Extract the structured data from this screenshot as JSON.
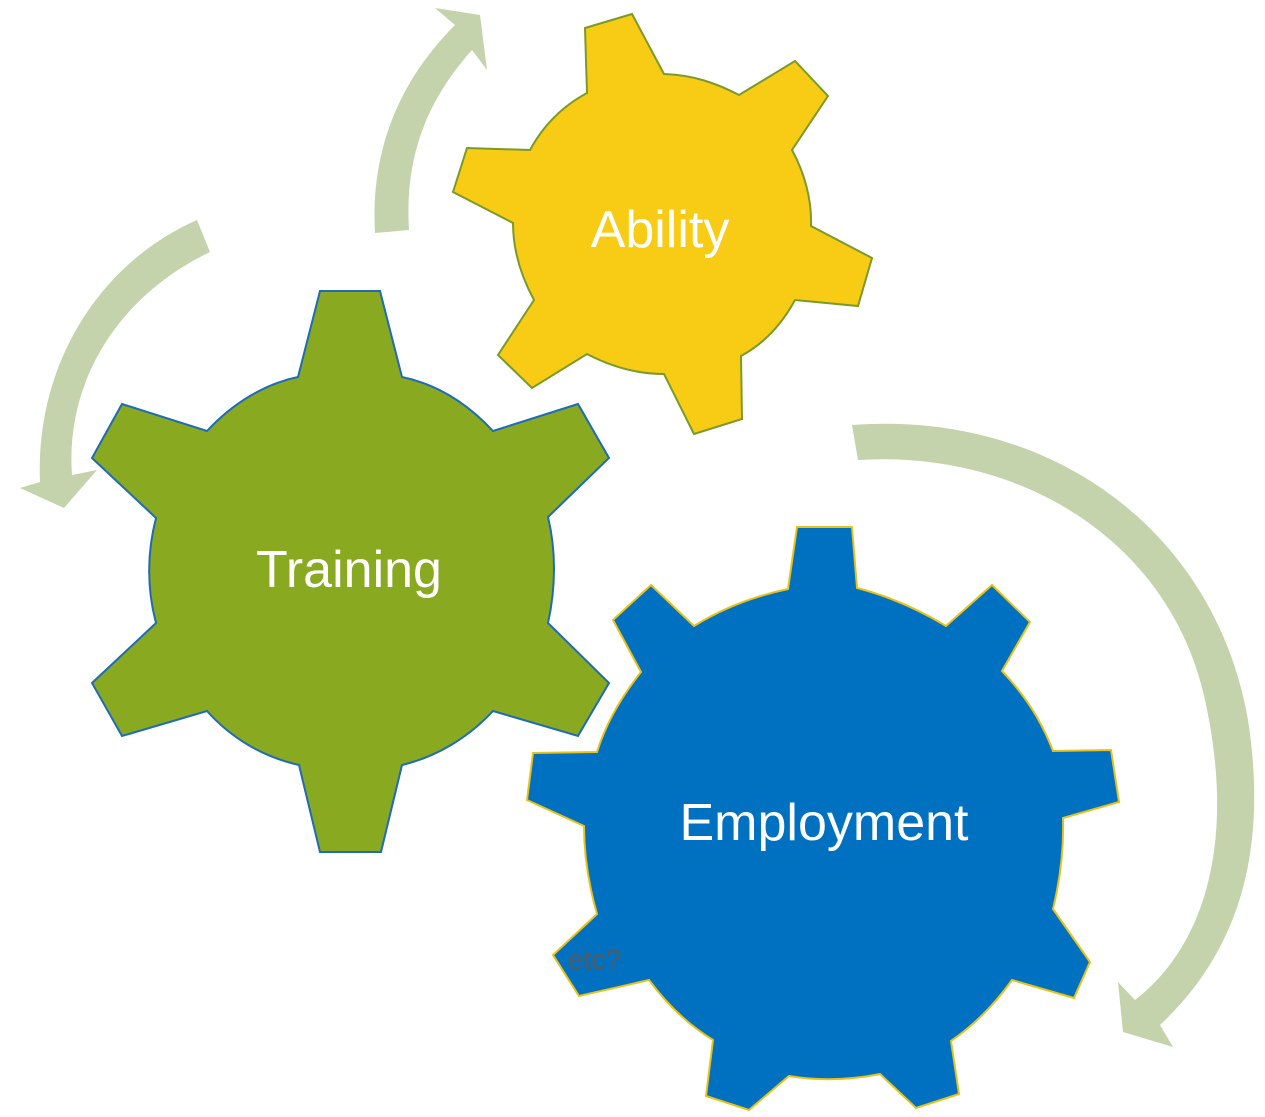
{
  "colors": {
    "arrow": "#c4d3ac",
    "ability_fill": "#f8cc14",
    "ability_stroke": "#7a9a2a",
    "training_fill": "#88a920",
    "training_stroke": "#1f6bb5",
    "employment_fill": "#0070c0",
    "employment_stroke": "#e8c21a",
    "text_gray": "#595959"
  },
  "gears": {
    "ability": {
      "label": "Ability",
      "icon": "gear-icon"
    },
    "training": {
      "label": "Training",
      "icon": "gear-icon"
    },
    "employment": {
      "label": "Employment",
      "icon": "gear-icon"
    }
  },
  "side_text": "etc?"
}
